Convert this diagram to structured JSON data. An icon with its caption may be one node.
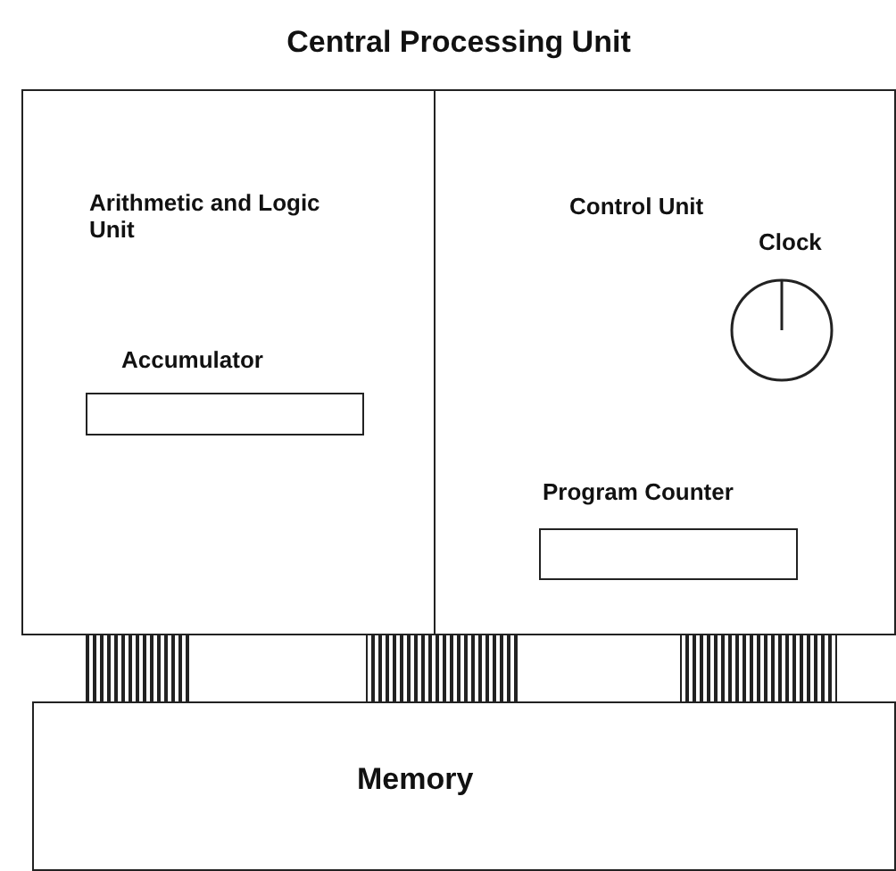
{
  "diagram": {
    "nodes": [
      {
        "text": [
          "Central Processing Unit"
        ]
      },
      {
        "text": [
          "Arithmetic and Logic Unit"
        ],
        "in": 0
      },
      {
        "text": [
          "Accumulator"
        ],
        "in": 1
      },
      {
        "text": [
          "Control Unit"
        ],
        "in": 0
      },
      {
        "text": [
          "Clock"
        ],
        "in": 3
      },
      {
        "text": [
          "Program Counter"
        ],
        "in": 3
      },
      {
        "text": [
          "Memory"
        ]
      }
    ],
    "edges": [
      {
        "from": 0,
        "to": 6,
        "arrow": "none",
        "style": "thick"
      },
      {
        "from": 0,
        "to": 6,
        "arrow": "none",
        "style": "thick"
      },
      {
        "from": 0,
        "to": 6,
        "arrow": "none",
        "style": "thick"
      }
    ]
  }
}
